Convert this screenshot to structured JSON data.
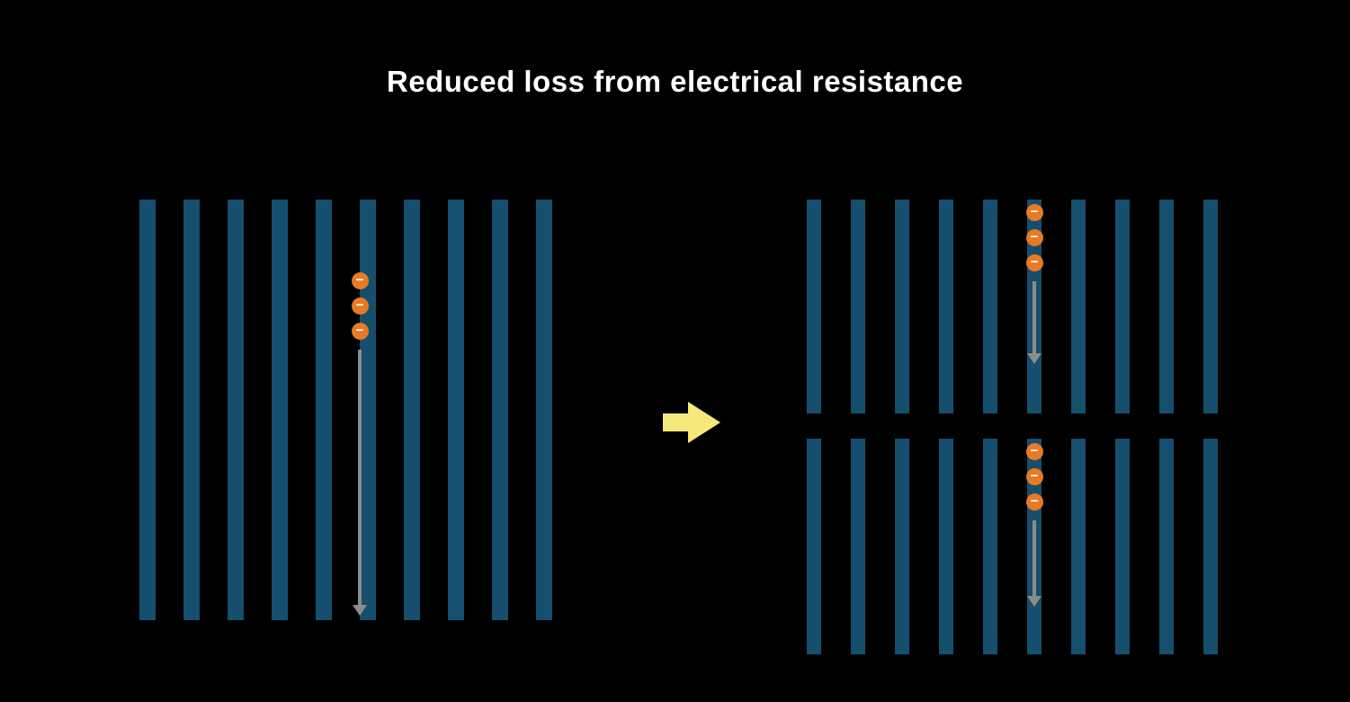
{
  "title": "Reduced loss from electrical resistance",
  "electron_symbol": "−",
  "colors": {
    "background": "#000000",
    "bar": "#164e6d",
    "electron": "#e87a25",
    "electron_symbol": "#ffffff",
    "flow_arrow": "#8c8c8c",
    "transition_arrow": "#f7e87c",
    "title_text": "#ffffff"
  },
  "panels": [
    {
      "id": "single-cell",
      "bar_count": 10,
      "electron_count": 3,
      "flow_direction": "down"
    },
    {
      "id": "half-cell-top",
      "bar_count": 10,
      "electron_count": 3,
      "flow_direction": "down"
    },
    {
      "id": "half-cell-bottom",
      "bar_count": 10,
      "electron_count": 3,
      "flow_direction": "down"
    }
  ]
}
